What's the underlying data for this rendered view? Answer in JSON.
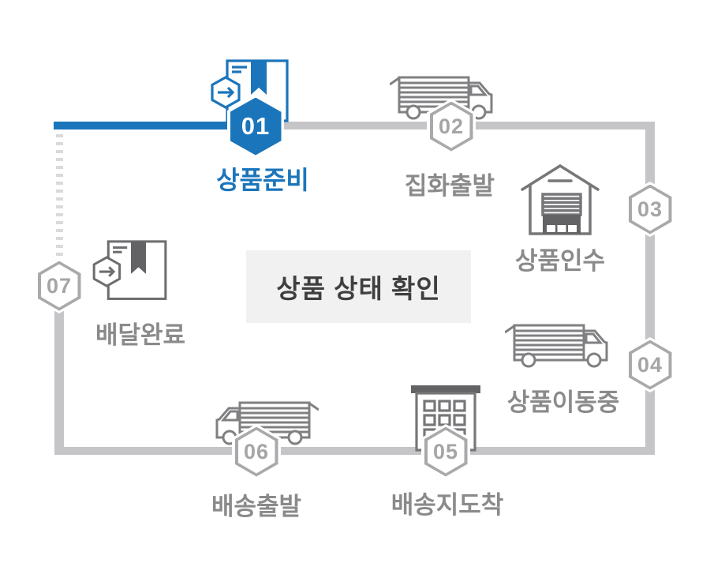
{
  "title": {
    "text": "상품 상태 확인"
  },
  "stages": [
    {
      "number": "01",
      "label": "상품준비",
      "icon": "package-box",
      "state": "active"
    },
    {
      "number": "02",
      "label": "집화출발",
      "icon": "truck",
      "state": "upcoming"
    },
    {
      "number": "03",
      "label": "상품인수",
      "icon": "warehouse",
      "state": "upcoming"
    },
    {
      "number": "04",
      "label": "상품이동중",
      "icon": "truck",
      "state": "upcoming"
    },
    {
      "number": "05",
      "label": "배송지도착",
      "icon": "building",
      "state": "upcoming"
    },
    {
      "number": "06",
      "label": "배송출발",
      "icon": "truck",
      "state": "upcoming"
    },
    {
      "number": "07",
      "label": "배달완료",
      "icon": "package-box",
      "state": "upcoming"
    }
  ],
  "colors": {
    "accent": "#1b75bb",
    "track": "#c5c5c8",
    "icon": "#808083",
    "icon_dark": "#636366",
    "label": "#8a8a8a",
    "panel_bg": "#f1f1f1",
    "panel_text": "#3f3f3f"
  }
}
